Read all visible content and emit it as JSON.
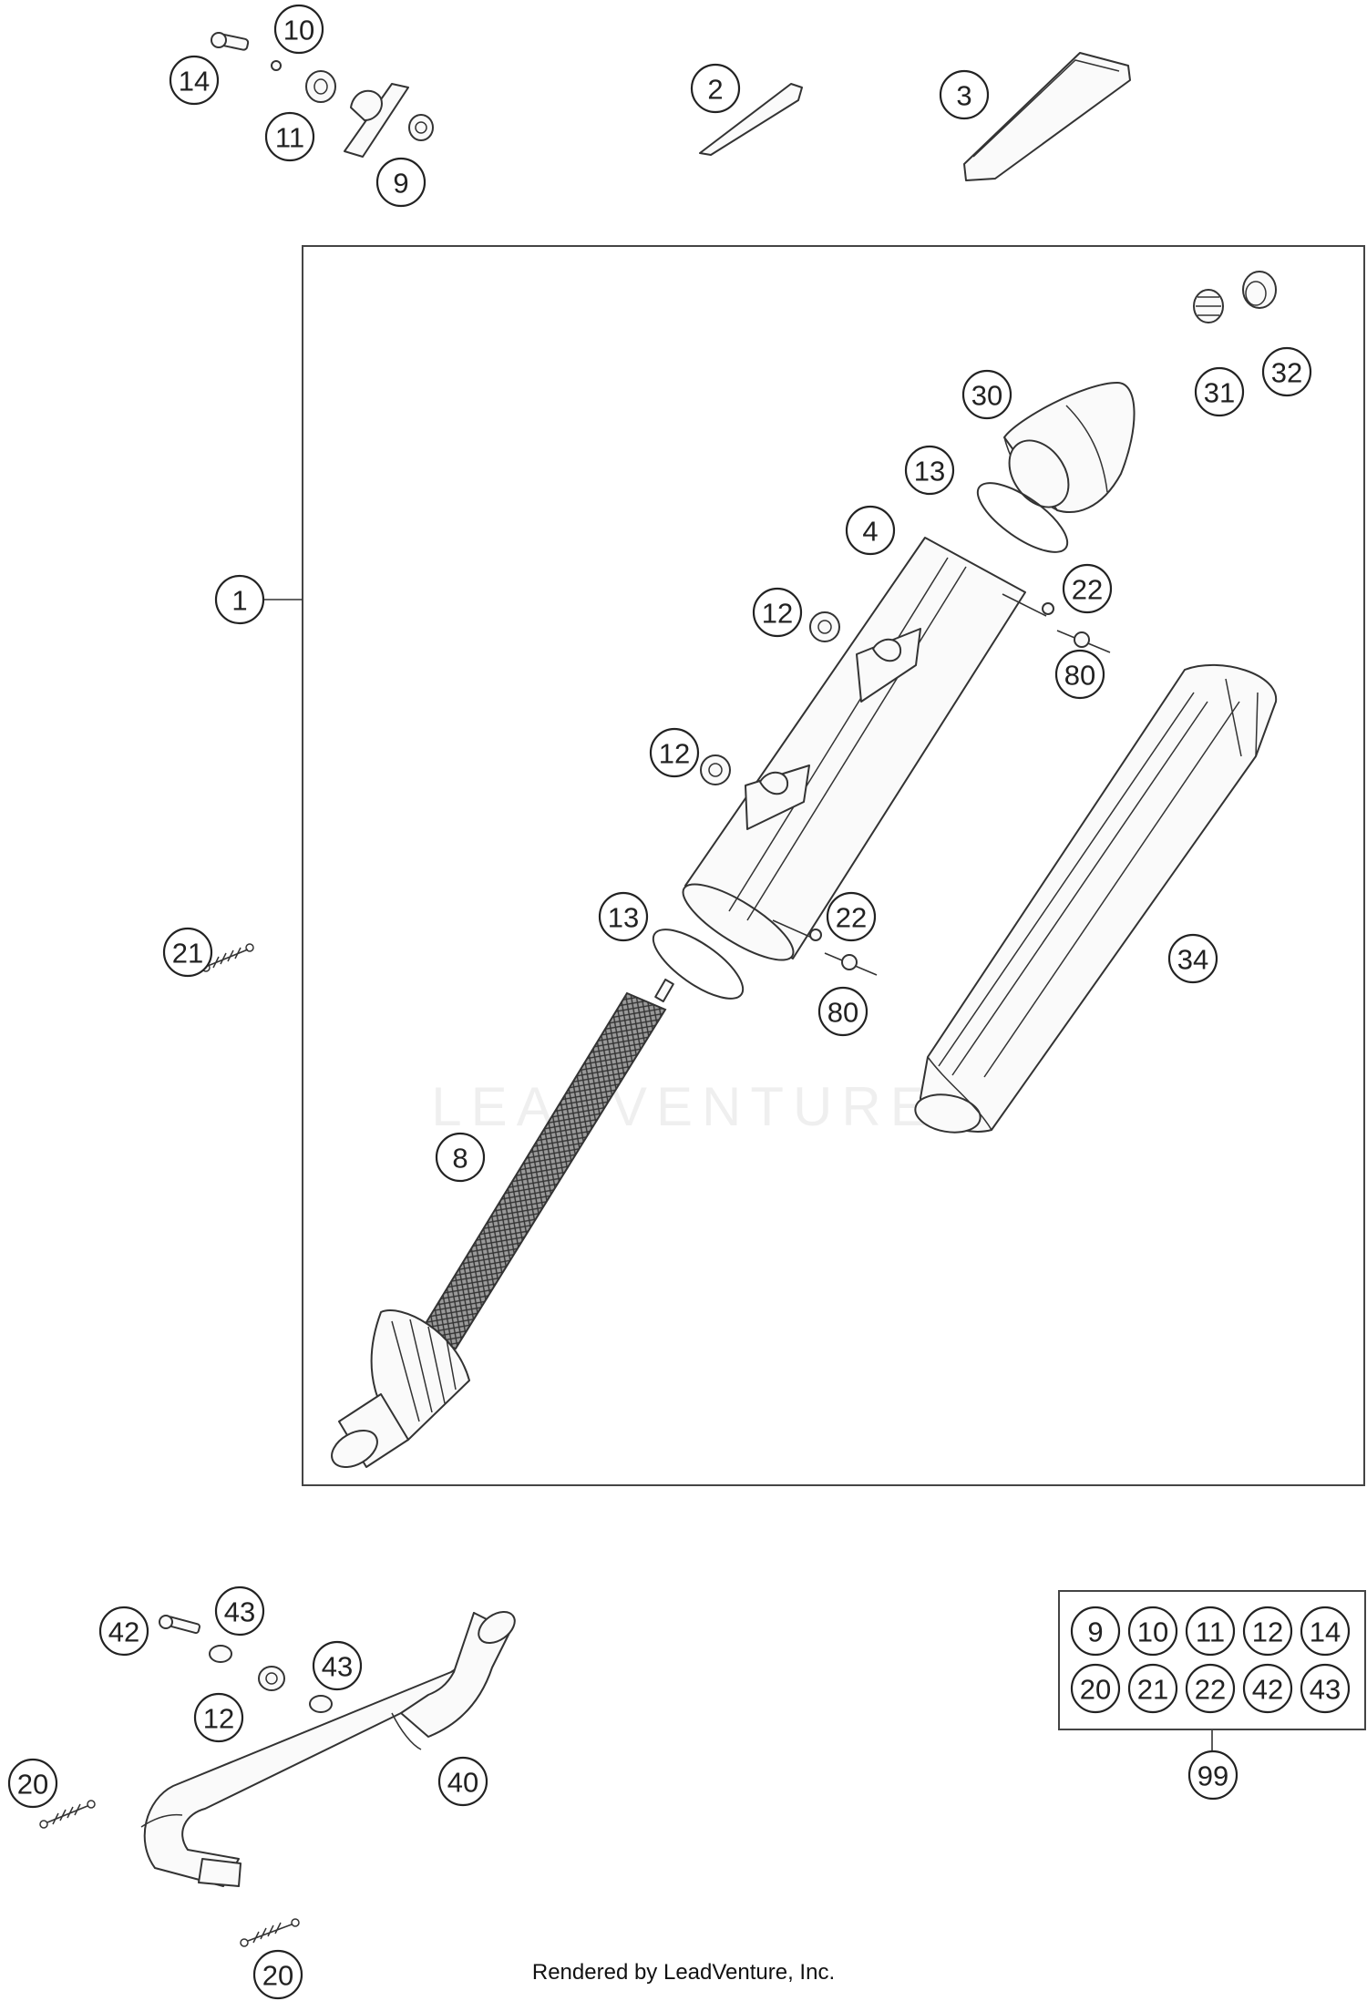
{
  "diagram": {
    "callouts": [
      "14",
      "10",
      "11",
      "9",
      "2",
      "3",
      "1",
      "30",
      "31",
      "32",
      "13",
      "4",
      "22",
      "12",
      "80",
      "12",
      "21",
      "13",
      "22",
      "80",
      "34",
      "8",
      "42",
      "43",
      "43",
      "12",
      "40",
      "20",
      "20",
      "99"
    ],
    "kit_numbers": [
      "9",
      "10",
      "11",
      "12",
      "14",
      "20",
      "21",
      "22",
      "42",
      "43"
    ],
    "watermark": "LEADVENTURE",
    "footer": "Rendered by LeadVenture, Inc."
  }
}
